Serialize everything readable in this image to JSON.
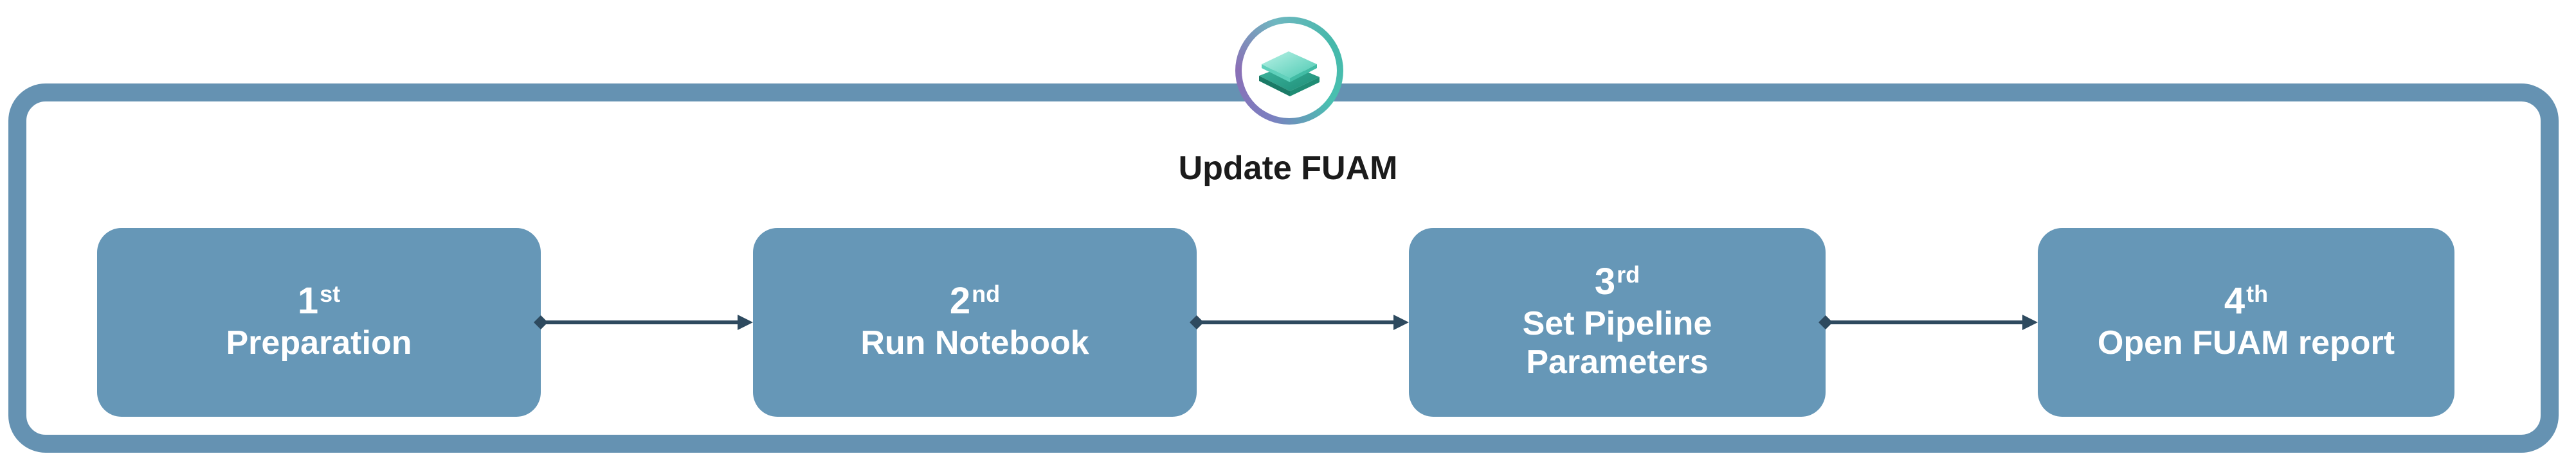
{
  "title": "Update FUAM",
  "steps": [
    {
      "number": "1",
      "suffix": "st",
      "label_lines": [
        "Preparation"
      ]
    },
    {
      "number": "2",
      "suffix": "nd",
      "label_lines": [
        "Run Notebook"
      ]
    },
    {
      "number": "3",
      "suffix": "rd",
      "label_lines": [
        "Set Pipeline",
        "Parameters"
      ]
    },
    {
      "number": "4",
      "suffix": "th",
      "label_lines": [
        "Open FUAM report"
      ]
    }
  ],
  "colors": {
    "frame": "#6592b2",
    "step_fill": "#6697b7",
    "connector": "#2e4a5f",
    "title_text": "#1b1b1b",
    "logo_teal": "#45b8aa",
    "logo_purple": "#7b7fc0"
  },
  "icons": {
    "logo": "fabric-layers-icon"
  }
}
